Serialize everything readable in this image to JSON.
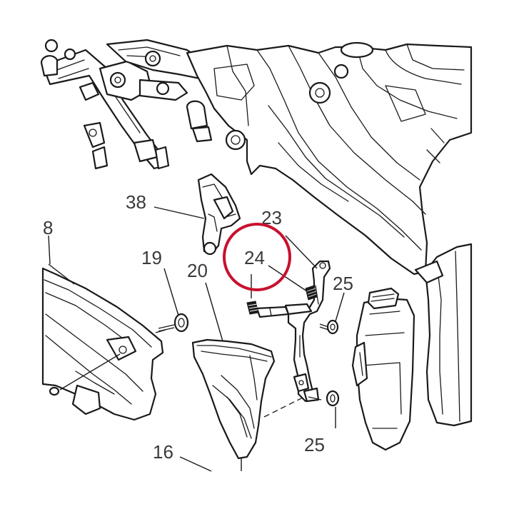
{
  "diagram": {
    "callouts": [
      {
        "id": "c38",
        "label": "38"
      },
      {
        "id": "c8",
        "label": "8"
      },
      {
        "id": "c23",
        "label": "23"
      },
      {
        "id": "c24",
        "label": "24"
      },
      {
        "id": "c19",
        "label": "19"
      },
      {
        "id": "c20",
        "label": "20"
      },
      {
        "id": "c25a",
        "label": "25"
      },
      {
        "id": "c25b",
        "label": "25"
      },
      {
        "id": "c16",
        "label": "16"
      }
    ],
    "highlight": {
      "target": "24",
      "color": "#c8102e"
    }
  }
}
